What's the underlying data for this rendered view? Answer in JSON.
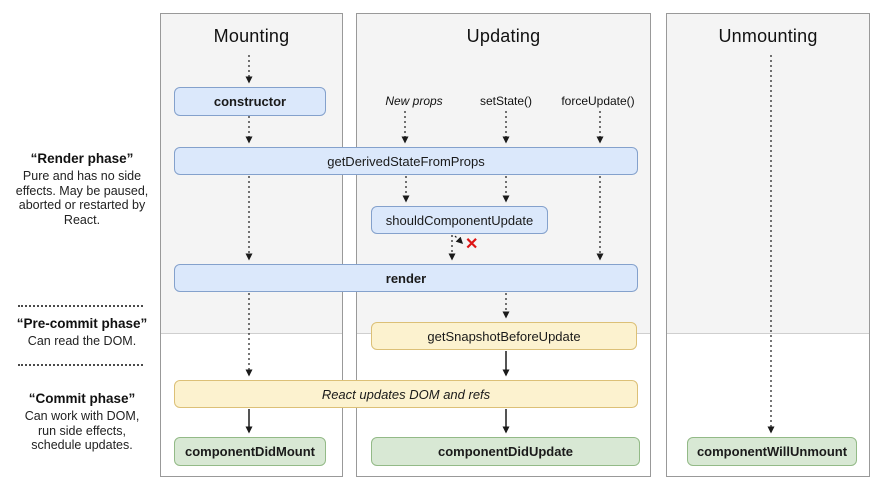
{
  "diagram": {
    "columns": {
      "mounting": {
        "title": "Mounting"
      },
      "updating": {
        "title": "Updating"
      },
      "unmounting": {
        "title": "Unmounting"
      }
    },
    "phases": {
      "render": {
        "title": "“Render phase”",
        "description": "Pure and has no side effects. May be paused, aborted or restarted by React."
      },
      "pre_commit": {
        "title": "“Pre-commit phase”",
        "description": "Can read the DOM."
      },
      "commit": {
        "title": "“Commit phase”",
        "description": "Can work with DOM, run side effects, schedule updates."
      }
    },
    "triggers": {
      "new_props": "New props",
      "set_state": "setState()",
      "force_update": "forceUpdate()"
    },
    "nodes": {
      "constructor": "constructor",
      "get_derived_state_from_props": "getDerivedStateFromProps",
      "should_component_update": "shouldComponentUpdate",
      "render": "render",
      "get_snapshot_before_update": "getSnapshotBeforeUpdate",
      "react_updates_dom": "React updates DOM and refs",
      "component_did_mount": "componentDidMount",
      "component_did_update": "componentDidUpdate",
      "component_will_unmount": "componentWillUnmount"
    },
    "stop_marker": "✕",
    "colors": {
      "blue_fill": "#dbe8fb",
      "blue_border": "#84a1cc",
      "yellow_fill": "#fcf2cf",
      "yellow_border": "#dcc077",
      "green_fill": "#d8e8d4",
      "green_border": "#93ba87",
      "column_fill": "#f4f4f4",
      "column_border": "#999999",
      "arrow": "#1a1a1a",
      "stop_red": "#dd1414"
    }
  }
}
